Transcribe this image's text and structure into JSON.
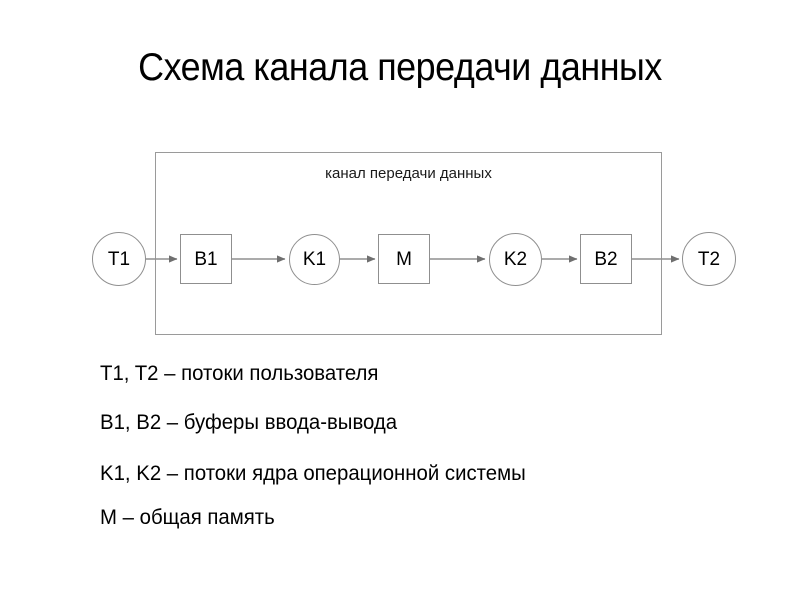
{
  "slide": {
    "title": "Схема канала передачи данных",
    "background_color": "#ffffff",
    "text_color": "#000000",
    "line_color": "#8f8f8f"
  },
  "diagram": {
    "container_label": "канал передачи данных",
    "nodes": [
      {
        "id": "T1",
        "label": "T1",
        "shape": "circle",
        "inside_channel": false
      },
      {
        "id": "B1",
        "label": "B1",
        "shape": "square",
        "inside_channel": true
      },
      {
        "id": "K1",
        "label": "K1",
        "shape": "circle",
        "inside_channel": true
      },
      {
        "id": "M",
        "label": "M",
        "shape": "square",
        "inside_channel": true
      },
      {
        "id": "K2",
        "label": "K2",
        "shape": "circle",
        "inside_channel": true
      },
      {
        "id": "B2",
        "label": "B2",
        "shape": "square",
        "inside_channel": true
      },
      {
        "id": "T2",
        "label": "T2",
        "shape": "circle",
        "inside_channel": false
      }
    ],
    "edges": [
      {
        "from": "T1",
        "to": "B1",
        "arrow": true
      },
      {
        "from": "B1",
        "to": "K1",
        "arrow": true
      },
      {
        "from": "K1",
        "to": "M",
        "arrow": true
      },
      {
        "from": "M",
        "to": "K2",
        "arrow": true
      },
      {
        "from": "K2",
        "to": "B2",
        "arrow": true
      },
      {
        "from": "B2",
        "to": "T2",
        "arrow": true
      }
    ]
  },
  "legend": {
    "lines": [
      "T1, T2 – потоки пользователя",
      "B1, B2 – буферы ввода-вывода",
      "K1, K2 – потоки ядра операционной системы",
      "M – общая память"
    ]
  }
}
